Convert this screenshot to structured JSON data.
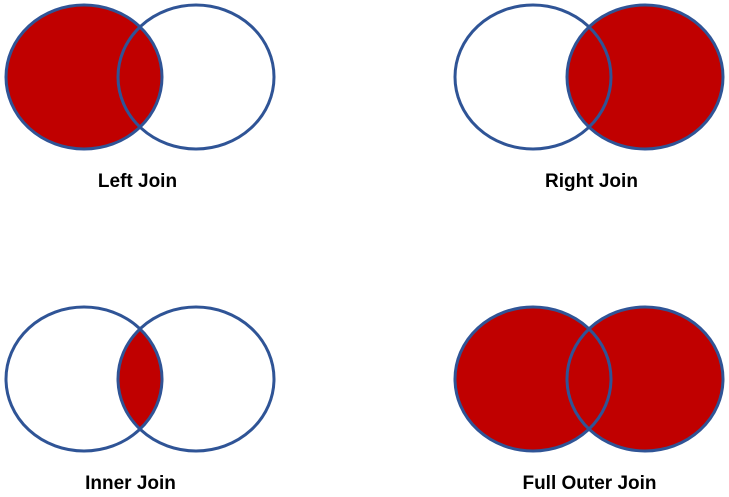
{
  "colors": {
    "fill": "#c00000",
    "stroke": "#2f5496",
    "background": "#ffffff"
  },
  "diagrams": [
    {
      "label": "Left Join",
      "fill": "left"
    },
    {
      "label": "Right Join",
      "fill": "right"
    },
    {
      "label": "Inner Join",
      "fill": "inner"
    },
    {
      "label": "Full Outer Join",
      "fill": "full"
    }
  ]
}
